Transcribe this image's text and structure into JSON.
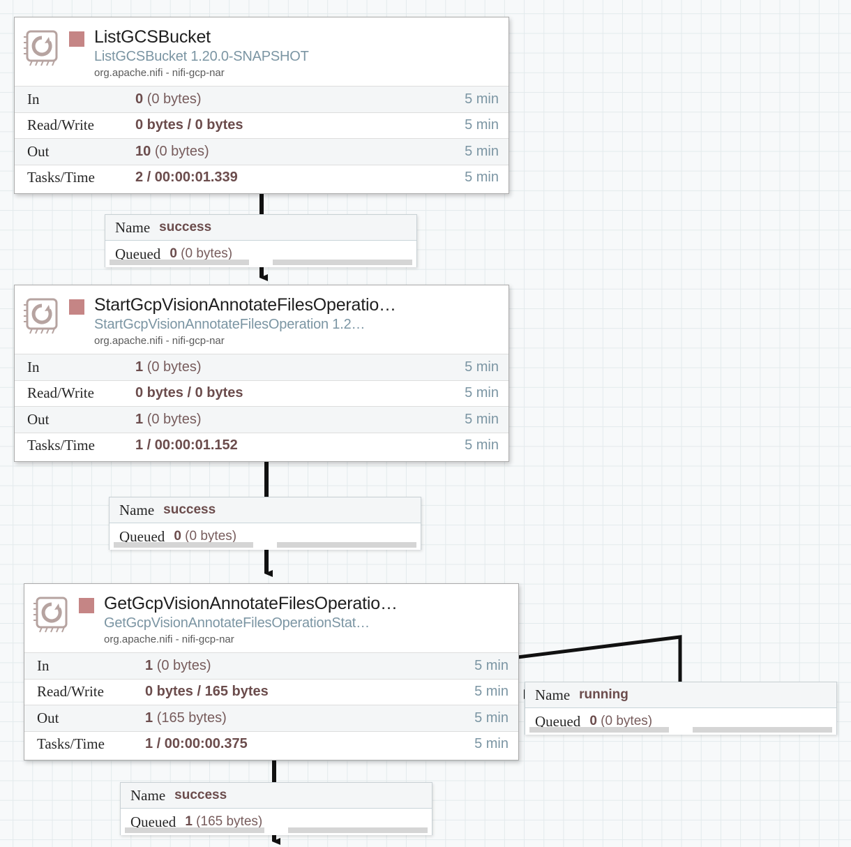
{
  "canvas": {
    "grid_color": "#e3eaec",
    "background": "#f7f9fa",
    "stopped_color": "#c58585",
    "accent_muted": "#7b95a3",
    "value_color": "#6b4c4c"
  },
  "processors": [
    {
      "id": "list-gcs-bucket",
      "name": "ListGCSBucket",
      "type": "ListGCSBucket 1.20.0-SNAPSHOT",
      "bundle": "org.apache.nifi - nifi-gcp-nar",
      "status": "stopped",
      "icon": "processor-chip-icon",
      "stats": [
        {
          "label": "In",
          "value": "0",
          "detail": "(0 bytes)",
          "time": "5 min"
        },
        {
          "label": "Read/Write",
          "value": "0 bytes / 0 bytes",
          "detail": "",
          "time": "5 min"
        },
        {
          "label": "Out",
          "value": "10",
          "detail": "(0 bytes)",
          "time": "5 min"
        },
        {
          "label": "Tasks/Time",
          "value": "2 / 00:00:01.339",
          "detail": "",
          "time": "5 min"
        }
      ]
    },
    {
      "id": "start-gcp-vision",
      "name": "StartGcpVisionAnnotateFilesOperatio…",
      "type": "StartGcpVisionAnnotateFilesOperation 1.2…",
      "bundle": "org.apache.nifi - nifi-gcp-nar",
      "status": "stopped",
      "icon": "processor-chip-icon",
      "stats": [
        {
          "label": "In",
          "value": "1",
          "detail": "(0 bytes)",
          "time": "5 min"
        },
        {
          "label": "Read/Write",
          "value": "0 bytes / 0 bytes",
          "detail": "",
          "time": "5 min"
        },
        {
          "label": "Out",
          "value": "1",
          "detail": "(0 bytes)",
          "time": "5 min"
        },
        {
          "label": "Tasks/Time",
          "value": "1 / 00:00:01.152",
          "detail": "",
          "time": "5 min"
        }
      ]
    },
    {
      "id": "get-gcp-vision",
      "name": "GetGcpVisionAnnotateFilesOperatio…",
      "type": "GetGcpVisionAnnotateFilesOperationStat…",
      "bundle": "org.apache.nifi - nifi-gcp-nar",
      "status": "stopped",
      "icon": "processor-chip-icon",
      "stats": [
        {
          "label": "In",
          "value": "1",
          "detail": "(0 bytes)",
          "time": "5 min"
        },
        {
          "label": "Read/Write",
          "value": "0 bytes / 165 bytes",
          "detail": "",
          "time": "5 min"
        },
        {
          "label": "Out",
          "value": "1",
          "detail": "(165 bytes)",
          "time": "5 min"
        },
        {
          "label": "Tasks/Time",
          "value": "1 / 00:00:00.375",
          "detail": "",
          "time": "5 min"
        }
      ]
    }
  ],
  "connections": [
    {
      "id": "conn-list-to-start",
      "name_key": "Name",
      "name_value": "success",
      "queued_key": "Queued",
      "queued_count": "0",
      "queued_size": "(0 bytes)"
    },
    {
      "id": "conn-start-to-get",
      "name_key": "Name",
      "name_value": "success",
      "queued_key": "Queued",
      "queued_count": "0",
      "queued_size": "(0 bytes)"
    },
    {
      "id": "conn-get-running",
      "name_key": "Name",
      "name_value": "running",
      "queued_key": "Queued",
      "queued_count": "0",
      "queued_size": "(0 bytes)"
    },
    {
      "id": "conn-get-success",
      "name_key": "Name",
      "name_value": "success",
      "queued_key": "Queued",
      "queued_count": "1",
      "queued_size": "(165 bytes)"
    }
  ]
}
